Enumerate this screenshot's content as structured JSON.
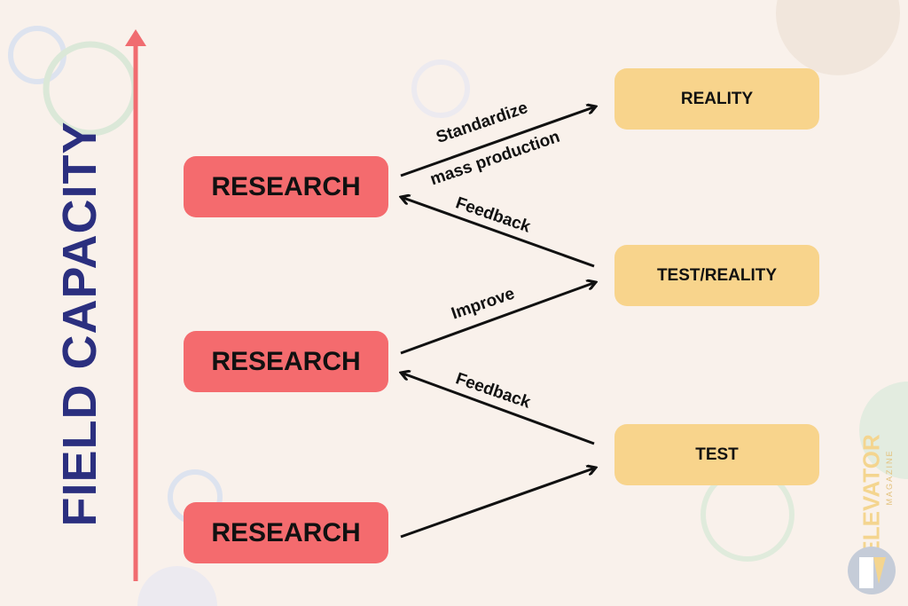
{
  "title": "FIELD CAPACITY",
  "research_boxes": [
    "RESEARCH",
    "RESEARCH",
    "RESEARCH"
  ],
  "outcome_boxes": [
    "REALITY",
    "TEST/REALITY",
    "TEST"
  ],
  "arrow_labels": {
    "standardize": "Standardize",
    "mass_production": "mass production",
    "feedback_top": "Feedback",
    "improve": "Improve",
    "feedback_bottom": "Feedback"
  },
  "logo": {
    "name": "ELEVATOR",
    "sub": "MAGAZINE"
  },
  "colors": {
    "research": "#f46b6e",
    "outcome": "#f8d48c",
    "title": "#2b2f7f",
    "axis": "#f06c70"
  }
}
